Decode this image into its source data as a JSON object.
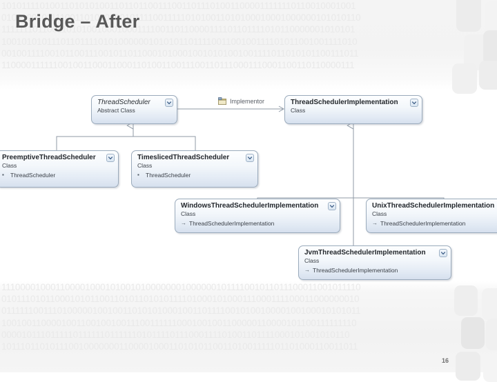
{
  "slide": {
    "title": "Bridge – After",
    "number": "16",
    "title_color": "#585858"
  },
  "background": {
    "pattern_name": "binary-digits",
    "top_rows": [
      "1010111101001101010100110110110011100110111010011000011111110110010001001",
      "0100100101111001101000100101111001111101010011010100010001000000101010110",
      "1111111011001101010010001000111100110110000111101101111010110000001010101",
      "1001010101110110111101010000001010101101111001100100111101011001001111010",
      "0010011110010110011100101101100010100010010101001001111011010101100111011",
      "1100001111110010011000110001101001100111001101110001110001100110110000111"
    ],
    "bottom_rows": [
      "1110000100011000010001010010100000001000000101111001011011100011001011110",
      "0101110101100010101100110101101010111101000101000111000111100011000000010",
      "0111111001110100000100100110101010001001101111001010010000100100010101011",
      "1001001100001001100100100111001111110001001001100000110000101100111111110",
      "0000101110111110111111011111101011110111000111101001101111000101001010110",
      "1011101101011100100000001100001000110101011001101001111101101000110011011"
    ]
  },
  "diagram": {
    "name": "bridge-pattern-class-diagram",
    "annotation": {
      "label": "Implementor",
      "icon": "package-icon"
    },
    "boxes": [
      {
        "id": "thread-scheduler",
        "name": "ThreadScheduler",
        "stereotype": "Abstract Class",
        "abstract": true,
        "members": [],
        "collapse_icon": "chevron-down-icon"
      },
      {
        "id": "thread-scheduler-implementation",
        "name": "ThreadSchedulerImplementation",
        "stereotype": "Class",
        "abstract": false,
        "members": [],
        "collapse_icon": "chevron-down-icon"
      },
      {
        "id": "preemptive-thread-scheduler",
        "name": "PreemptiveThreadScheduler",
        "stereotype": "Class",
        "abstract": false,
        "members": [
          {
            "glyph": "▪",
            "text": "ThreadScheduler"
          }
        ],
        "collapse_icon": "chevron-down-icon"
      },
      {
        "id": "timesliced-thread-scheduler",
        "name": "TimeslicedThreadScheduler",
        "stereotype": "Class",
        "abstract": false,
        "members": [
          {
            "glyph": "▪",
            "text": "ThreadScheduler"
          }
        ],
        "collapse_icon": "chevron-down-icon"
      },
      {
        "id": "windows-thread-scheduler-implementation",
        "name": "WindowsThreadSchedulerImplementation",
        "stereotype": "Class",
        "abstract": false,
        "members": [
          {
            "glyph": "→",
            "text": "ThreadSchedulerImplementation"
          }
        ],
        "collapse_icon": "chevron-down-icon"
      },
      {
        "id": "unix-thread-scheduler-implementation",
        "name": "UnixThreadSchedulerImplementation",
        "stereotype": "Class",
        "abstract": false,
        "members": [
          {
            "glyph": "→",
            "text": "ThreadSchedulerImplementation"
          }
        ],
        "collapse_icon": "chevron-down-icon"
      },
      {
        "id": "jvm-thread-scheduler-implementation",
        "name": "JvmThreadSchedulerImplementation",
        "stereotype": "Class",
        "abstract": false,
        "members": [
          {
            "glyph": "→",
            "text": "ThreadSchedulerImplementation"
          }
        ],
        "collapse_icon": "chevron-down-icon"
      }
    ]
  }
}
